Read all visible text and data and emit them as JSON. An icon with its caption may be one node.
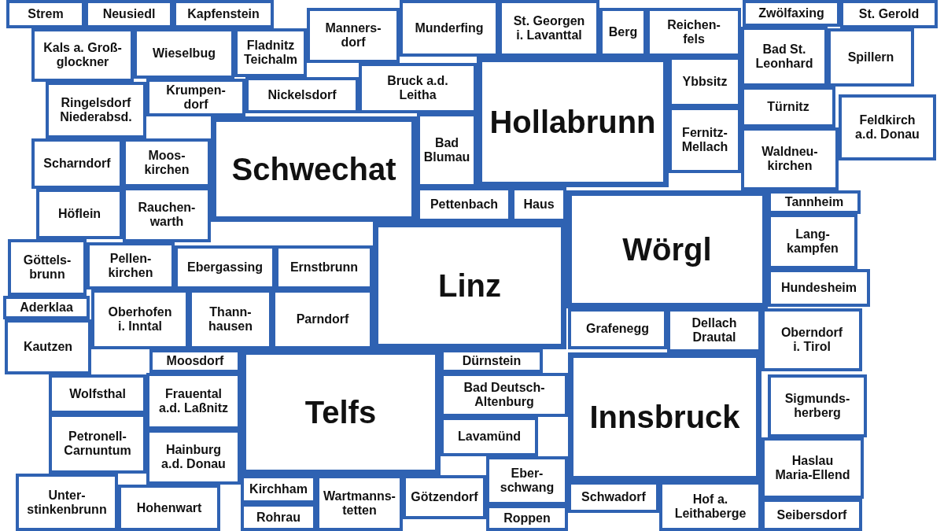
{
  "diagram": {
    "nodes": [
      {
        "text": [
          "Strem"
        ]
      },
      {
        "text": [
          "Neusiedl"
        ]
      },
      {
        "text": [
          "Kapfenstein"
        ]
      },
      {
        "text": [
          "Munderfing"
        ]
      },
      {
        "text": [
          "St. Georgen i. Lavanttal"
        ]
      },
      {
        "text": [
          "Zwölfaxing"
        ]
      },
      {
        "text": [
          "St. Gerold"
        ]
      },
      {
        "text": [
          "Manners- dorf"
        ]
      },
      {
        "text": [
          "Berg"
        ]
      },
      {
        "text": [
          "Reichen- fels"
        ]
      },
      {
        "text": [
          "Kals a. Groß- glockner"
        ]
      },
      {
        "text": [
          "Wieselbug"
        ]
      },
      {
        "text": [
          "Fladnitz Teichalm"
        ]
      },
      {
        "text": [
          "Bad St. Leonhard"
        ]
      },
      {
        "text": [
          "Spillern"
        ]
      },
      {
        "text": [
          "Hollabrunn"
        ]
      },
      {
        "text": [
          "Ybbsitz"
        ]
      },
      {
        "text": [
          "Bruck a.d. Leitha"
        ]
      },
      {
        "text": [
          "Nickelsdorf"
        ]
      },
      {
        "text": [
          "Krumpen- dorf"
        ]
      },
      {
        "text": [
          "Ringelsdorf Niederabsd."
        ]
      },
      {
        "text": [
          "Türnitz"
        ]
      },
      {
        "text": [
          "Feldkirch a.d. Donau"
        ]
      },
      {
        "text": [
          "Fernitz- Mellach"
        ]
      },
      {
        "text": [
          "Bad Blumau"
        ]
      },
      {
        "text": [
          "Schwechat"
        ]
      },
      {
        "text": [
          "Waldneu- kirchen"
        ]
      },
      {
        "text": [
          "Scharndorf"
        ]
      },
      {
        "text": [
          "Moos- kirchen"
        ]
      },
      {
        "text": [
          "Rauchen- warth"
        ]
      },
      {
        "text": [
          "Pettenbach"
        ]
      },
      {
        "text": [
          "Haus"
        ]
      },
      {
        "text": [
          "Höflein"
        ]
      },
      {
        "text": [
          "Wörgl"
        ]
      },
      {
        "text": [
          "Tannheim"
        ]
      },
      {
        "text": [
          "Lang- kampfen"
        ]
      },
      {
        "text": [
          "Linz"
        ]
      },
      {
        "text": [
          "Göttels- brunn"
        ]
      },
      {
        "text": [
          "Pellen- kirchen"
        ]
      },
      {
        "text": [
          "Ebergassing"
        ]
      },
      {
        "text": [
          "Ernstbrunn"
        ]
      },
      {
        "text": [
          "Hundesheim"
        ]
      },
      {
        "text": [
          "Oberhofen i. Inntal"
        ]
      },
      {
        "text": [
          "Thann- hausen"
        ]
      },
      {
        "text": [
          "Parndorf"
        ]
      },
      {
        "text": [
          "Aderklaa"
        ]
      },
      {
        "text": [
          "Grafenegg"
        ]
      },
      {
        "text": [
          "Dellach Drautal"
        ]
      },
      {
        "text": [
          "Oberndorf i. Tirol"
        ]
      },
      {
        "text": [
          "Kautzen"
        ]
      },
      {
        "text": [
          "Moosdorf"
        ]
      },
      {
        "text": [
          "Telfs"
        ]
      },
      {
        "text": [
          "Dürnstein"
        ]
      },
      {
        "text": [
          "Innsbruck"
        ]
      },
      {
        "text": [
          "Frauental a.d. Laßnitz"
        ]
      },
      {
        "text": [
          "Bad Deutsch- Altenburg"
        ]
      },
      {
        "text": [
          "Wolfsthal"
        ]
      },
      {
        "text": [
          "Sigmunds- herberg"
        ]
      },
      {
        "text": [
          "Petronell- Carnuntum"
        ]
      },
      {
        "text": [
          "Lavamünd"
        ]
      },
      {
        "text": [
          "Hainburg a.d. Donau"
        ]
      },
      {
        "text": [
          "Haslau Maria-Ellend"
        ]
      },
      {
        "text": [
          "Eber- schwang"
        ]
      },
      {
        "text": [
          "Unter- stinkenbrunn"
        ]
      },
      {
        "text": [
          "Kirchham"
        ]
      },
      {
        "text": [
          "Wartmanns- tetten"
        ]
      },
      {
        "text": [
          "Götzendorf"
        ]
      },
      {
        "text": [
          "Schwadorf"
        ]
      },
      {
        "text": [
          "Hof a. Leithaberge"
        ]
      },
      {
        "text": [
          "Hohenwart"
        ]
      },
      {
        "text": [
          "Seibersdorf"
        ]
      },
      {
        "text": [
          "Rohrau"
        ]
      },
      {
        "text": [
          "Roppen"
        ]
      }
    ]
  }
}
